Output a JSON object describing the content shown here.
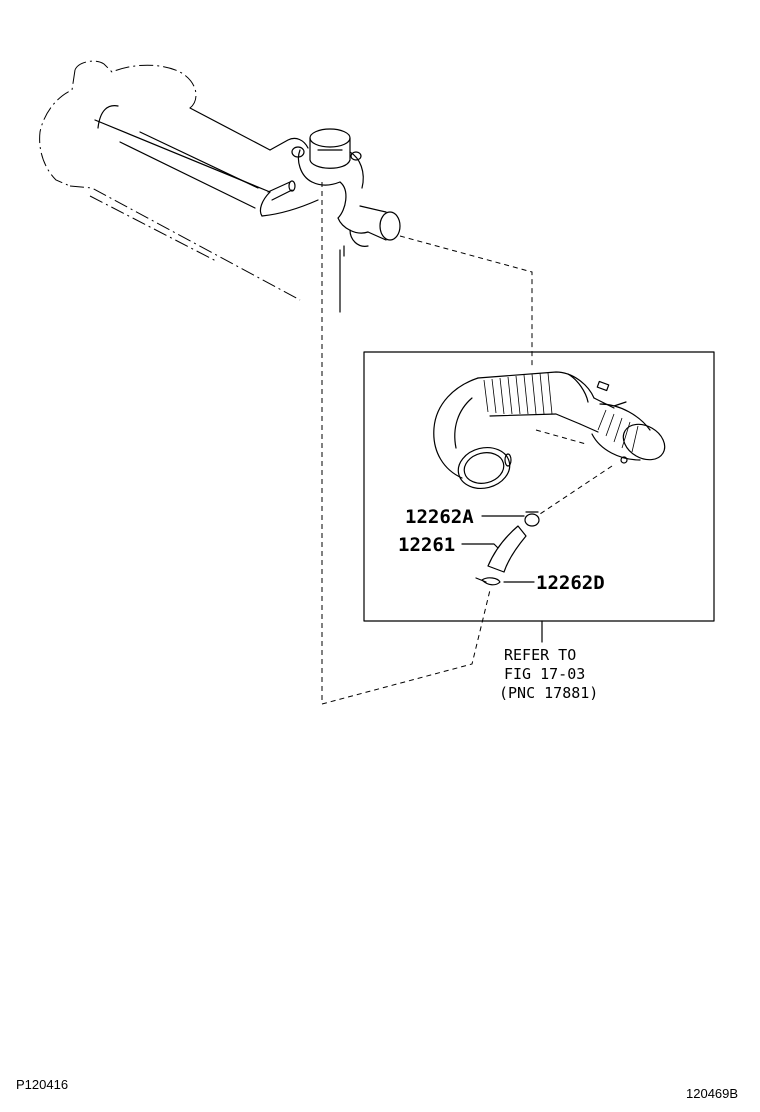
{
  "callouts": {
    "part_12262a": "12262A",
    "part_12261": "12261",
    "part_12262d": "12262D"
  },
  "reference_note": {
    "line1": "REFER TO",
    "line2": "FIG 17-03",
    "line3": "(PNC 17881)"
  },
  "codes": {
    "left": "P120416",
    "right": "120469B"
  },
  "colors": {
    "ink": "#000000",
    "paper": "#ffffff"
  }
}
